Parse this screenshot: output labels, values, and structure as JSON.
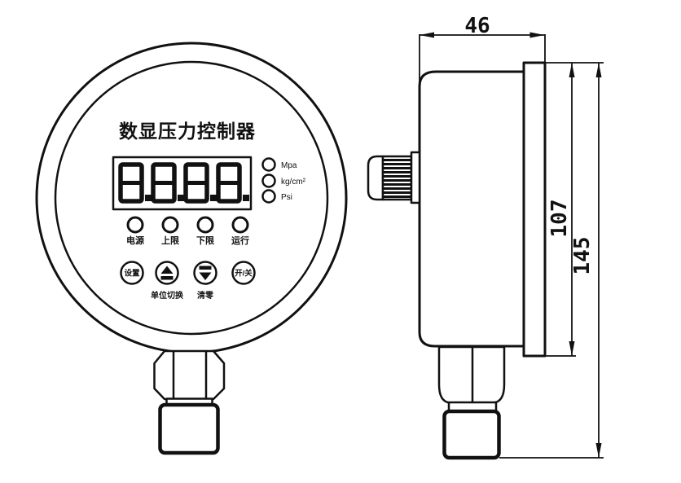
{
  "device": {
    "title": "数显压力控制器",
    "display_value": "8.8.8.8.",
    "unit_labels": [
      "Mpa",
      "kg/cm²",
      "Psi"
    ],
    "status_labels": [
      "电源",
      "上限",
      "下限",
      "运行"
    ],
    "button_set_label": "设置",
    "button_power_label": "开/关",
    "caption_unit_switch": "单位切换",
    "caption_zero": "清零"
  },
  "dimensions": {
    "depth": "46",
    "dial_diameter": "107",
    "total_height": "145"
  },
  "colors": {
    "line": "#111111",
    "background": "#ffffff"
  }
}
